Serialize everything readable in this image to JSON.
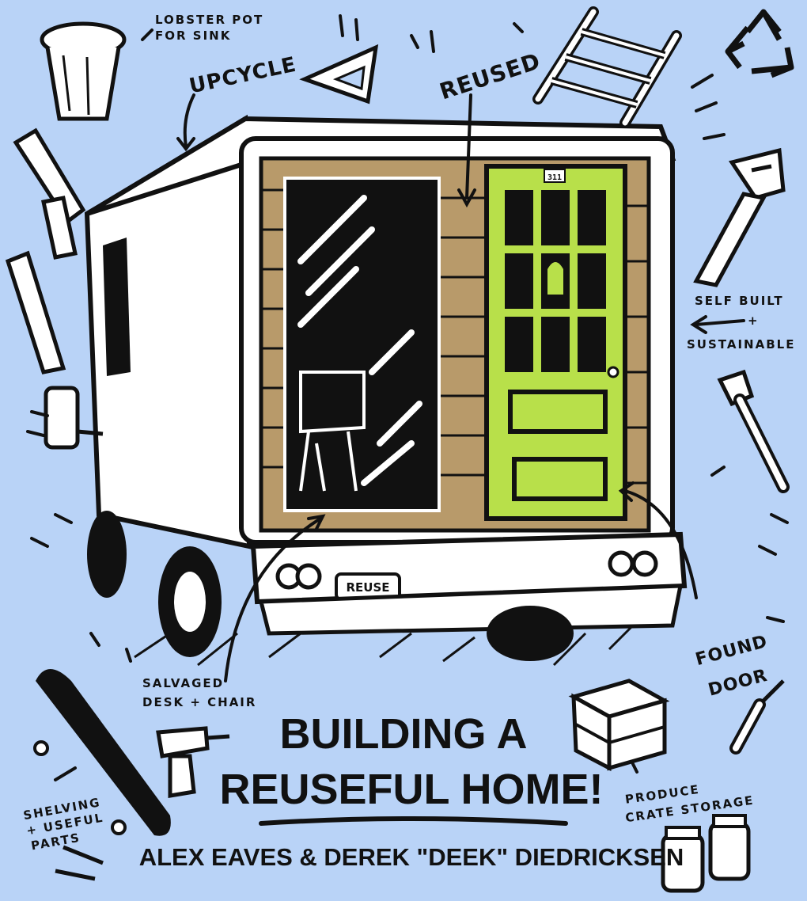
{
  "title": {
    "line1": "BUILDING A",
    "line2": "REUSEFUL HOME!"
  },
  "authors": "ALEX EAVES & DEREK \"DEEK\" DIEDRICKSEN",
  "labels": {
    "lobster_pot_1": "LOBSTER POT",
    "lobster_pot_2": "FOR SINK",
    "upcycle": "UPCYCLE",
    "reused": "REUSED",
    "self_built_1": "SELF BUILT",
    "self_built_plus": "+",
    "self_built_2": "SUSTAINABLE",
    "found_door_1": "FOUND",
    "found_door_2": "DOOR",
    "salvaged_1": "SALVAGED",
    "salvaged_2": "DESK + CHAIR",
    "shelving_1": "SHELVING",
    "shelving_2": "+ USEFUL",
    "shelving_3": "PARTS",
    "produce_1": "PRODUCE",
    "produce_2": "CRATE STORAGE",
    "license_plate": "REUSE",
    "door_number": "311"
  },
  "colors": {
    "background": "#b9d3f7",
    "door": "#b8e04a",
    "wood": "#b89a6a",
    "ink": "#111111"
  },
  "icons": [
    "lobster-pot-icon",
    "set-square-icon",
    "ladder-icon",
    "recycle-icon",
    "handsaw-icon",
    "pipe-wrench-icon",
    "screwdriver-icon",
    "crate-icon",
    "jar-icon",
    "drill-icon",
    "skateboard-icon",
    "wood-plank-icon"
  ]
}
